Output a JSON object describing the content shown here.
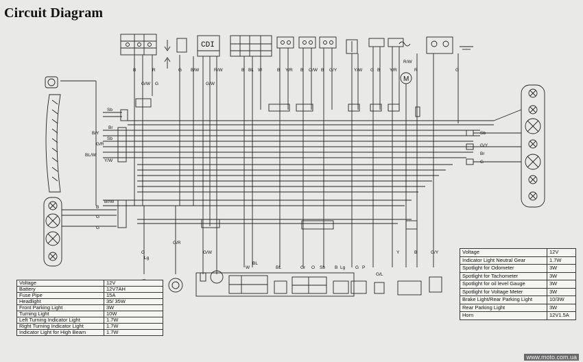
{
  "title": "Circuit Diagram",
  "cdi_label": "CDI",
  "motor_label": "M",
  "watermark": "www.moto.com.ua",
  "wire_labels": {
    "sb": "Sb",
    "br": "Br",
    "gy": "G/Y",
    "bbl": "B/Y",
    "gr": "G/R",
    "blw": "BL/W",
    "yw": "Y/W",
    "brw": "Br/W",
    "b": "B",
    "g": "G",
    "r": "R",
    "lg": "Lg",
    "w": "W",
    "bl": "BL",
    "gro": "Gr",
    "o": "O",
    "p": "P",
    "y": "Y",
    "grw": "G/W",
    "bw": "B/W",
    "rw": "R/W",
    "yr": "Y/R",
    "ow": "O/W",
    "gl": "G/L"
  },
  "spec_left": [
    {
      "item": "Voltage",
      "value": "12V"
    },
    {
      "item": "Battery",
      "value": "12V7AH"
    },
    {
      "item": "Fuse Pipe",
      "value": "15A"
    },
    {
      "item": "Headlight",
      "value": "35/ 35W"
    },
    {
      "item": "Front Parking Light",
      "value": "3W"
    },
    {
      "item": "Turning Light",
      "value": "10W"
    },
    {
      "item": "Left Turning Indicator Light",
      "value": "1.7W"
    },
    {
      "item": "Right Turning Indicator Light",
      "value": "1.7W"
    },
    {
      "item": "Indicator Light for High Beam",
      "value": "1.7W"
    }
  ],
  "spec_right": [
    {
      "item": "Voltage",
      "value": "12V"
    },
    {
      "item": "Indicator Light Neutral Gear",
      "value": "1.7W"
    },
    {
      "item": "Spotlight for Odometer",
      "value": "3W"
    },
    {
      "item": "Spotlight for Tachometer",
      "value": "3W"
    },
    {
      "item": "Spotlight for oil level Gauge",
      "value": "3W"
    },
    {
      "item": "Spotlight for Voltage Meter",
      "value": "3W"
    },
    {
      "item": "Brake Light/Rear Parking Light",
      "value": "10/3W"
    },
    {
      "item": "Rear Parking Light",
      "value": "3W"
    },
    {
      "item": "Horn",
      "value": "12V1.5A"
    }
  ]
}
